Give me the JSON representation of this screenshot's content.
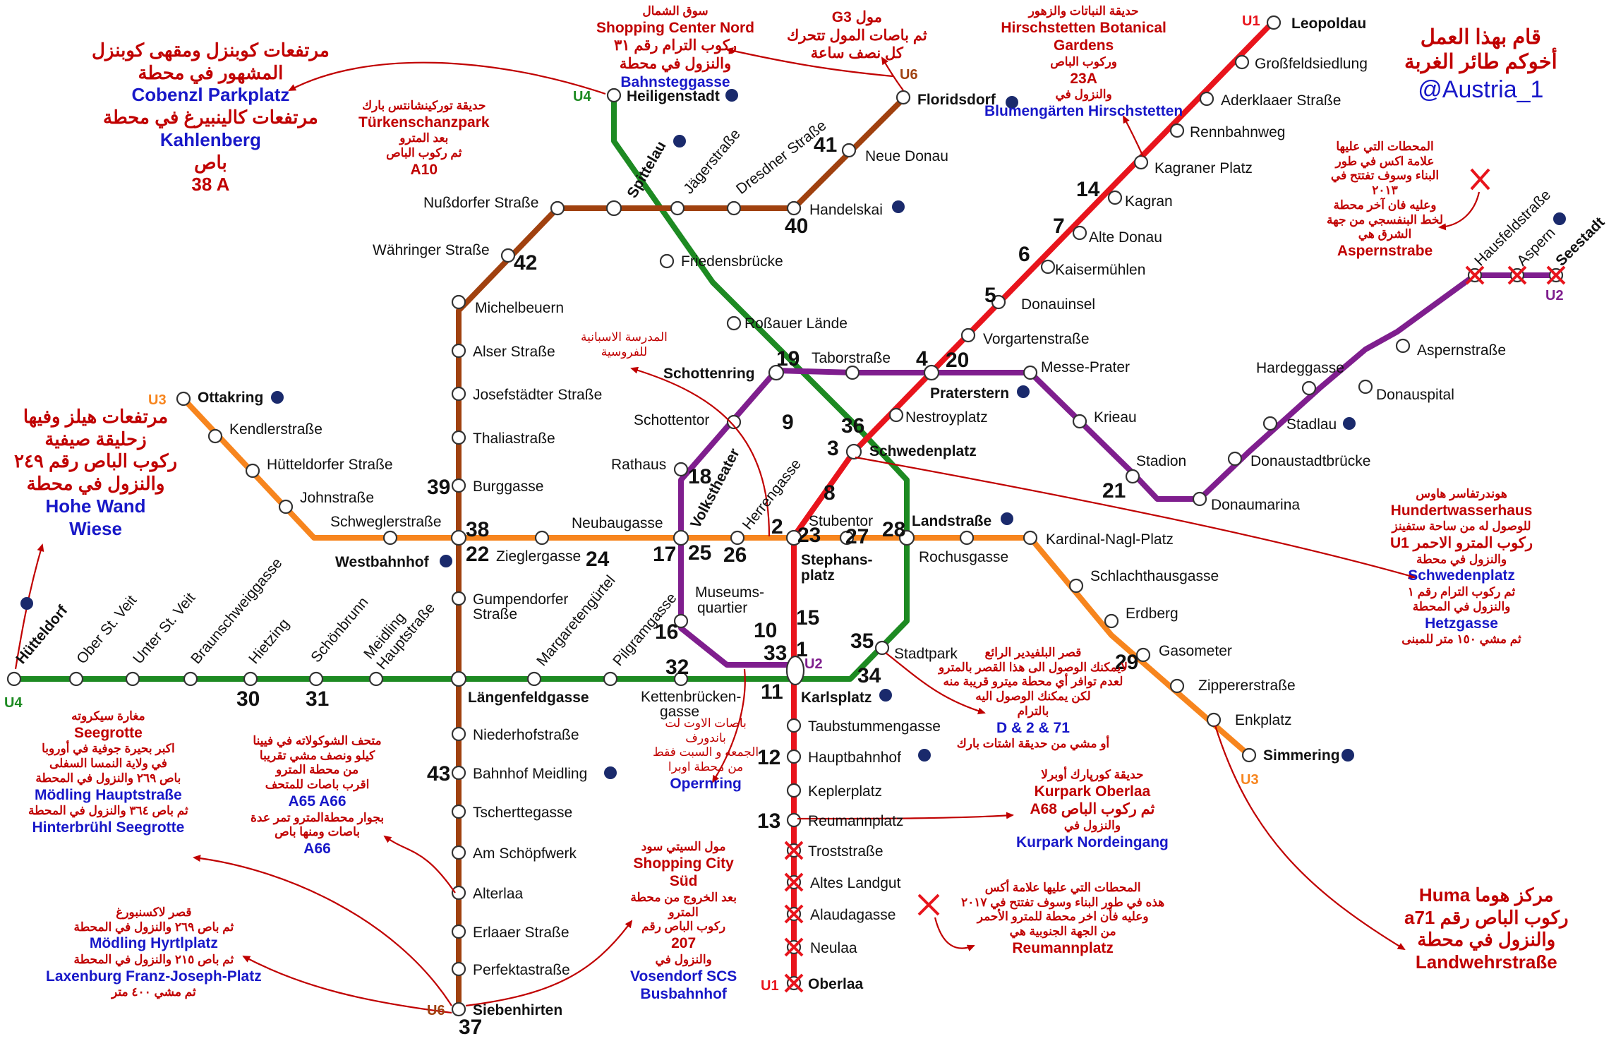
{
  "credit": {
    "line1": "قام بهذا العمل",
    "line2": "أخوكم طائر الغربة",
    "handle": "@Austria_1"
  },
  "colors": {
    "U1": "#e8141c",
    "U2": "#7f1e8e",
    "U3": "#f7851e",
    "U4": "#1d8a22",
    "U6": "#a0410f",
    "note_red": "#c00000",
    "note_blue": "#1818c8"
  },
  "line_tags": [
    {
      "id": "u1-top",
      "text": "U1",
      "color": "U1"
    },
    {
      "id": "u1-bottom",
      "text": "U1",
      "color": "U1"
    },
    {
      "id": "u2-east",
      "text": "U2",
      "color": "U2"
    },
    {
      "id": "u2-karlsplatz",
      "text": "U2",
      "color": "U2"
    },
    {
      "id": "u3-west",
      "text": "U3",
      "color": "U3"
    },
    {
      "id": "u3-east",
      "text": "U3",
      "color": "U3"
    },
    {
      "id": "u4-north",
      "text": "U4",
      "color": "U4"
    },
    {
      "id": "u4-west",
      "text": "U4",
      "color": "U4"
    },
    {
      "id": "u6-north",
      "text": "U6",
      "color": "U6"
    },
    {
      "id": "u6-south",
      "text": "U6",
      "color": "U6"
    }
  ],
  "stations": [
    {
      "id": "leopoldau",
      "name": "Leopoldau",
      "bold": true
    },
    {
      "id": "grossfeldsiedlung",
      "name": "Großfeldsiedlung"
    },
    {
      "id": "aderklaaer",
      "name": "Aderklaaer Straße"
    },
    {
      "id": "rennbahnweg",
      "name": "Rennbahnweg"
    },
    {
      "id": "kagraner-platz",
      "name": "Kagraner Platz"
    },
    {
      "id": "kagran",
      "name": "Kagran"
    },
    {
      "id": "alte-donau",
      "name": "Alte Donau"
    },
    {
      "id": "kaisermuehlen",
      "name": "Kaisermühlen"
    },
    {
      "id": "donauinsel",
      "name": "Donauinsel"
    },
    {
      "id": "vorgarten",
      "name": "Vorgartenstraße"
    },
    {
      "id": "praterstern",
      "name": "Praterstern",
      "bold": true
    },
    {
      "id": "nestroyplatz",
      "name": "Nestroyplatz"
    },
    {
      "id": "schwedenplatz",
      "name": "Schwedenplatz",
      "bold": true
    },
    {
      "id": "stephansplatz-1",
      "name": "Stephans-",
      "bold": true
    },
    {
      "id": "stephansplatz-2",
      "name": "platz",
      "bold": true
    },
    {
      "id": "karlsplatz",
      "name": "Karlsplatz",
      "bold": true
    },
    {
      "id": "taubstummengasse",
      "name": "Taubstummengasse"
    },
    {
      "id": "hauptbahnhof",
      "name": "Hauptbahnhof"
    },
    {
      "id": "keplerplatz",
      "name": "Keplerplatz"
    },
    {
      "id": "reumannplatz",
      "name": "Reumannplatz"
    },
    {
      "id": "troststrasse",
      "name": "Troststraße"
    },
    {
      "id": "altes-landgut",
      "name": "Altes Landgut"
    },
    {
      "id": "alaudagasse",
      "name": "Alaudagasse"
    },
    {
      "id": "neulaa",
      "name": "Neulaa"
    },
    {
      "id": "oberlaa",
      "name": "Oberlaa",
      "bold": true
    },
    {
      "id": "seestadt",
      "name": "Seestadt",
      "bold": true
    },
    {
      "id": "aspern-nord",
      "name": "Aspern"
    },
    {
      "id": "hausfeldstrasse",
      "name": "Hausfeldstraße"
    },
    {
      "id": "aspernstrasse",
      "name": "Aspernstraße"
    },
    {
      "id": "donauspital",
      "name": "Donauspital"
    },
    {
      "id": "hardeggasse",
      "name": "Hardeggasse"
    },
    {
      "id": "stadlau",
      "name": "Stadlau"
    },
    {
      "id": "donaustadtbruecke",
      "name": "Donaustadtbrücke"
    },
    {
      "id": "donaumarina",
      "name": "Donaumarina"
    },
    {
      "id": "stadion",
      "name": "Stadion"
    },
    {
      "id": "krieau",
      "name": "Krieau"
    },
    {
      "id": "messe-prater",
      "name": "Messe-Prater"
    },
    {
      "id": "taborstrasse",
      "name": "Taborstraße"
    },
    {
      "id": "schottenring",
      "name": "Schottenring",
      "bold": true
    },
    {
      "id": "schottentor",
      "name": "Schottentor"
    },
    {
      "id": "rathaus",
      "name": "Rathaus"
    },
    {
      "id": "volkstheater",
      "name": "Volkstheater",
      "bold": true
    },
    {
      "id": "museumsquartier-1",
      "name": "Museums-"
    },
    {
      "id": "museumsquartier-2",
      "name": "quartier"
    },
    {
      "id": "ottakring",
      "name": "Ottakring",
      "bold": true
    },
    {
      "id": "kendlerstrasse",
      "name": "Kendlerstraße"
    },
    {
      "id": "huetteldorfer-strasse",
      "name": "Hütteldorfer Straße"
    },
    {
      "id": "johnstrasse",
      "name": "Johnstraße"
    },
    {
      "id": "schweglerstrasse",
      "name": "Schweglerstraße"
    },
    {
      "id": "westbahnhof",
      "name": "Westbahnhof",
      "bold": true
    },
    {
      "id": "zieglergasse",
      "name": "Zieglergasse"
    },
    {
      "id": "neubaugasse",
      "name": "Neubaugasse"
    },
    {
      "id": "herrengasse",
      "name": "Herrengasse"
    },
    {
      "id": "stubentor",
      "name": "Stubentor"
    },
    {
      "id": "landstrasse",
      "name": "Landstraße",
      "bold": true
    },
    {
      "id": "rochusgasse",
      "name": "Rochusgasse"
    },
    {
      "id": "kardinal-nagl-platz",
      "name": "Kardinal-Nagl-Platz"
    },
    {
      "id": "schlachthausgasse",
      "name": "Schlachthausgasse"
    },
    {
      "id": "erdberg",
      "name": "Erdberg"
    },
    {
      "id": "gasometer",
      "name": "Gasometer"
    },
    {
      "id": "zippererstrasse",
      "name": "Zippererstraße"
    },
    {
      "id": "enkplatz",
      "name": "Enkplatz"
    },
    {
      "id": "simmering",
      "name": "Simmering",
      "bold": true
    },
    {
      "id": "heiligenstadt",
      "name": "Heiligenstadt",
      "bold": true
    },
    {
      "id": "spittelau",
      "name": "Spittelau",
      "bold": true
    },
    {
      "id": "friedensbruecke",
      "name": "Friedensbrücke"
    },
    {
      "id": "rossauer-laende",
      "name": "Roßauer Lände"
    },
    {
      "id": "stadtpark",
      "name": "Stadtpark"
    },
    {
      "id": "kettenbrueckengasse-1",
      "name": "Kettenbrücken-"
    },
    {
      "id": "kettenbrueckengasse-2",
      "name": "gasse"
    },
    {
      "id": "pilgramgasse",
      "name": "Pilgramgasse"
    },
    {
      "id": "margaretenguertel",
      "name": "Margaretengürtel"
    },
    {
      "id": "laengenfeldgasse",
      "name": "Längenfeldgasse",
      "bold": true
    },
    {
      "id": "meidling-hauptstrasse-1",
      "name": "Meidling"
    },
    {
      "id": "meidling-hauptstrasse-2",
      "name": "Hauptstraße"
    },
    {
      "id": "schoenbrunn",
      "name": "Schönbrunn"
    },
    {
      "id": "hietzing",
      "name": "Hietzing"
    },
    {
      "id": "braunschweiggasse",
      "name": "Braunschweiggasse"
    },
    {
      "id": "unter-st-veit",
      "name": "Unter St. Veit"
    },
    {
      "id": "ober-st-veit",
      "name": "Ober St. Veit"
    },
    {
      "id": "huetteldorf",
      "name": "Hütteldorf",
      "bold": true
    },
    {
      "id": "floridsdorf",
      "name": "Floridsdorf",
      "bold": true
    },
    {
      "id": "neue-donau",
      "name": "Neue Donau"
    },
    {
      "id": "handelskai",
      "name": "Handelskai"
    },
    {
      "id": "dresdner-strasse",
      "name": "Dresdner Straße"
    },
    {
      "id": "jaegerstrasse",
      "name": "Jägerstraße"
    },
    {
      "id": "nussdorfer-strasse",
      "name": "Nußdorfer Straße"
    },
    {
      "id": "waehringer-strasse",
      "name": "Währinger Straße"
    },
    {
      "id": "michelbeuern",
      "name": "Michelbeuern"
    },
    {
      "id": "alser-strasse",
      "name": "Alser Straße"
    },
    {
      "id": "josefstaedter-strasse",
      "name": "Josefstädter Straße"
    },
    {
      "id": "thaliastrasse",
      "name": "Thaliastraße"
    },
    {
      "id": "burggasse",
      "name": "Burggasse"
    },
    {
      "id": "gumpendorfer-1",
      "name": "Gumpendorfer"
    },
    {
      "id": "gumpendorfer-2",
      "name": "Straße"
    },
    {
      "id": "niederhofstrasse",
      "name": "Niederhofstraße"
    },
    {
      "id": "bahnhof-meidling",
      "name": "Bahnhof Meidling"
    },
    {
      "id": "tscherttegasse",
      "name": "Tscherttegasse"
    },
    {
      "id": "am-schoepfwerk",
      "name": "Am Schöpfwerk"
    },
    {
      "id": "alterlaa",
      "name": "Alterlaa"
    },
    {
      "id": "erlaaer-strasse",
      "name": "Erlaaer Straße"
    },
    {
      "id": "perfektastrasse",
      "name": "Perfektastraße"
    },
    {
      "id": "siebenhirten",
      "name": "Siebenhirten",
      "bold": true
    }
  ],
  "zone_numbers": [
    {
      "id": "z1",
      "text": "1"
    },
    {
      "id": "z2",
      "text": "2"
    },
    {
      "id": "z3",
      "text": "3"
    },
    {
      "id": "z4",
      "text": "4"
    },
    {
      "id": "z5",
      "text": "5"
    },
    {
      "id": "z6",
      "text": "6"
    },
    {
      "id": "z7",
      "text": "7"
    },
    {
      "id": "z8",
      "text": "8"
    },
    {
      "id": "z9",
      "text": "9"
    },
    {
      "id": "z10",
      "text": "10"
    },
    {
      "id": "z11",
      "text": "11"
    },
    {
      "id": "z12",
      "text": "12"
    },
    {
      "id": "z13",
      "text": "13"
    },
    {
      "id": "z14",
      "text": "14"
    },
    {
      "id": "z15",
      "text": "15"
    },
    {
      "id": "z16",
      "text": "16"
    },
    {
      "id": "z17",
      "text": "17"
    },
    {
      "id": "z18",
      "text": "18"
    },
    {
      "id": "z19",
      "text": "19"
    },
    {
      "id": "z20",
      "text": "20"
    },
    {
      "id": "z21",
      "text": "21"
    },
    {
      "id": "z22",
      "text": "22"
    },
    {
      "id": "z23",
      "text": "23"
    },
    {
      "id": "z24",
      "text": "24"
    },
    {
      "id": "z25",
      "text": "25"
    },
    {
      "id": "z26",
      "text": "26"
    },
    {
      "id": "z27",
      "text": "27"
    },
    {
      "id": "z28",
      "text": "28"
    },
    {
      "id": "z29",
      "text": "29"
    },
    {
      "id": "z30",
      "text": "30"
    },
    {
      "id": "z31",
      "text": "31"
    },
    {
      "id": "z32",
      "text": "32"
    },
    {
      "id": "z33",
      "text": "33"
    },
    {
      "id": "z34",
      "text": "34"
    },
    {
      "id": "z35",
      "text": "35"
    },
    {
      "id": "z36",
      "text": "36"
    },
    {
      "id": "z37",
      "text": "37"
    },
    {
      "id": "z38",
      "text": "38"
    },
    {
      "id": "z39",
      "text": "39"
    },
    {
      "id": "z40",
      "text": "40"
    },
    {
      "id": "z41",
      "text": "41"
    },
    {
      "id": "z42",
      "text": "42"
    },
    {
      "id": "z43",
      "text": "43"
    }
  ],
  "notes": {
    "cobenzl": {
      "ar1": "مرتفعات كوبنزل ومقهى كوبنزل",
      "ar2": "المشهور في محطة",
      "en1": "Cobenzl Parkplatz",
      "ar3": "مرتفعات كالينبيرغ في محطة",
      "en2": "Kahlenberg",
      "ar4": "باص",
      "rd": "38 A"
    },
    "shopping_nord": {
      "ar1": "سوق الشمال",
      "rd1": "Shopping Center Nord",
      "ar2": "ركوب الترام رقم ٣١",
      "ar3": "والنزول في محطة",
      "en": "Bahnsteggasse"
    },
    "g3": {
      "rd": "G3 مول",
      "ar1": "ثم باصات المول تتحرك",
      "ar2": "كل نصف ساعة"
    },
    "hirschstetten": {
      "ar1": "حديقة النباتات والزهور",
      "rd1": "Hirschstetten Botanical",
      "rd2": "Gardens",
      "ar2": "وركوب الباص",
      "rd3": "23A",
      "ar3": "والنزول في",
      "en": "Blumengärten Hirschstetten"
    },
    "tuerkenschanz": {
      "ar1": "حديقة توركينشانتس بارك",
      "rd": "Türkenschanzpark",
      "ar2": "بعد المترو",
      "ar3": "ثم ركوب الباص",
      "rd2": "A10"
    },
    "reitschule": {
      "ar1": "المدرسة الاسبانية",
      "ar2": "للفروسية"
    },
    "aspern_note": {
      "ar1": "المحطات التي عليها",
      "ar2": "علامة اكس في طور",
      "ar3": "البناء وسوف تفتتح في",
      "ar4": "٢٠١٣",
      "ar5": "وعليه فان آخر محطة",
      "ar6": "لخط البنفسجي من جهة",
      "ar7": "الشرق هي",
      "rd": "Aspernstrabe"
    },
    "hohe_wand": {
      "ar1": "مرتفعات هيلز وفيها",
      "ar2": "زحليقة صيفية",
      "ar3": "ركوب الباص رقم ٢٤٩",
      "ar4": "والنزول في محطة",
      "en1": "Hohe Wand",
      "en2": "Wiese"
    },
    "hundertwasser": {
      "ar1": "هوندرتفاسر هاوس",
      "rd": "Hundertwasserhaus",
      "ar2": "للوصول له من ساحة ستفينز",
      "ar3": "U1 ركوب المترو الاحمر",
      "ar4": "والنزول في محطة",
      "en1": "Schwedenplatz",
      "ar5": "ثم ركوب الترام رقم ١",
      "ar6": "والنزول في المحطة",
      "en2": "Hetzgasse",
      "ar7": "ثم مشي ١٥٠ متر للمبنى"
    },
    "belvedere": {
      "ar1": "قصر البلفيدير الرائع",
      "ar2": "لايمكنك الوصول الى هذا القصر بالمترو",
      "ar3": "لعدم توافر أي محطة ميترو قريبة منه",
      "ar4": "لكن يمكنك الوصول اليه",
      "ar5": "بالترام",
      "en": "D & 2 & 71",
      "ar6": "أو مشي من حديقة اشتات بارك"
    },
    "seegrotte": {
      "ar1": "مغارة سيكروته",
      "rd": "Seegrotte",
      "ar2": "اكبر بحيرة جوفية في أوروبا",
      "ar3": "في ولاية النمسا السفلى",
      "ar4": "باص ٢٦٩ والنزول في المحطة",
      "en1": "Mödling Hauptstraße",
      "ar5": "ثم باص ٣٦٤ والنزول في المحطة",
      "en2": "Hinterbrühl Seegrotte"
    },
    "chocolate": {
      "ar1": "متحف الشوكولاته في فيينا",
      "ar2": "كيلو ونصف مشي تقريبا",
      "ar3": "من محطة المترو",
      "ar4": "اقرب باصات للمتحف",
      "en": "A65 A66",
      "ar5": "بجوار محطةالمترو تمر عدة",
      "ar6": "باصات ومنها باص",
      "en2": "A66"
    },
    "flohmarkt": {
      "ar1": "باصات الاوت لت",
      "ar2": "باندورف",
      "ar3": "الجمعه و السبت فقط",
      "ar4": "من محطة اوبرا",
      "en": "Opernring"
    },
    "scs": {
      "ar1": "مول السيتي سود",
      "rd1": "Shopping City",
      "rd2": "Süd",
      "ar2": "بعد الخروج من محطة",
      "ar3": "المترو",
      "ar4": "ركوب الباص رقم",
      "rd3": "207",
      "ar5": "والنزول في",
      "en1": "Vosendorf SCS",
      "en2": "Busbahnhof"
    },
    "kurpark": {
      "ar1": "حديقة كورپارك أوبرلا",
      "rd": "Kurpark Oberlaa",
      "ar2": "A68 ثم ركوب الباص",
      "ar3": "والنزول في",
      "en": "Kurpark Nordeingang"
    },
    "laxenburg": {
      "ar1": "قصر لاكسنبورغ",
      "ar2": "ثم باص ٢٦٩ والنزول في المحطة",
      "en1": "Mödling Hyrtlplatz",
      "ar3": "ثم باص ٢١٥ والنزول في المحطة",
      "en2": "Laxenburg Franz-Joseph-Platz",
      "ar4": "ثم مشي ٤٠٠ متر"
    },
    "u1_south_note": {
      "ar1": "المحطات التي عليها علامة أكس",
      "ar2": "هذه في طور البناء وسوف تفتتح في ٢٠١٧",
      "ar3": "وعليه فأن اخر محطة للمترو الأحمر",
      "ar4": "من الجهة الجنوبية هي",
      "rd": "Reumannplatz"
    },
    "huma": {
      "rd1": "Huma مركز هوما",
      "rd2": "a71 ركوب الباص رقم",
      "rd3": "والنزول في محطة",
      "rd4": "Landwehrstraße"
    }
  }
}
